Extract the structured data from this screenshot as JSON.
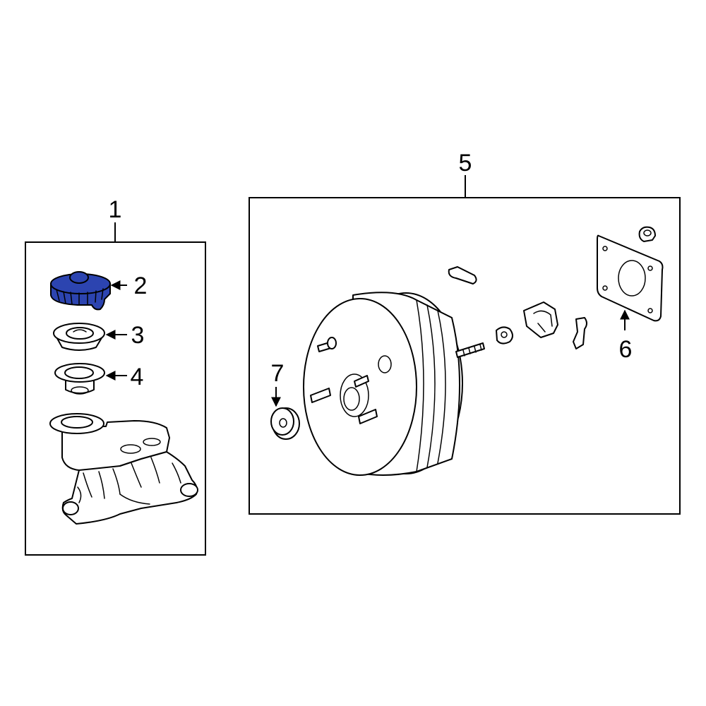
{
  "callouts": {
    "c1": "1",
    "c2": "2",
    "c3": "3",
    "c4": "4",
    "c5": "5",
    "c6": "6",
    "c7": "7"
  },
  "colors": {
    "highlight": "#2c44b0",
    "line": "#000000",
    "background": "#ffffff"
  }
}
